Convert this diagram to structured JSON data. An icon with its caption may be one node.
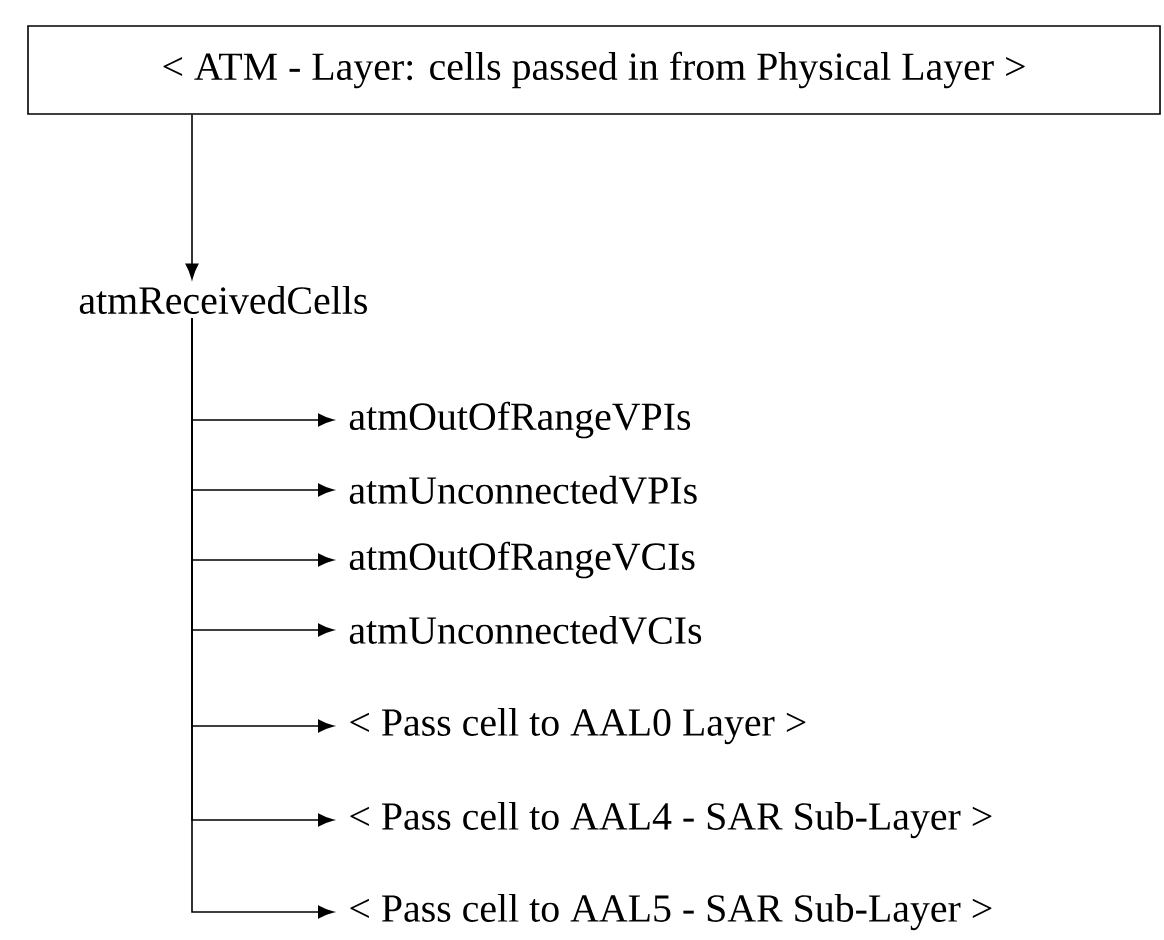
{
  "diagram": {
    "nodes": [
      {
        "text": [
          "< ATM - Layer: cells passed in from Physical Layer >"
        ]
      },
      {
        "text": [
          "atmReceivedCells"
        ]
      },
      {
        "text": [
          "atmOutOfRangeVPIs"
        ]
      },
      {
        "text": [
          "atmUnconnectedVPIs"
        ]
      },
      {
        "text": [
          "atmOutOfRangeVCIs"
        ]
      },
      {
        "text": [
          "atmUnconnectedVCIs"
        ]
      },
      {
        "text": [
          "< Pass cell to AAL0 Layer >"
        ]
      },
      {
        "text": [
          "< Pass cell to AAL4 - SAR Sub-Layer >"
        ]
      },
      {
        "text": [
          "< Pass cell to AAL5 - SAR Sub-Layer >"
        ]
      }
    ],
    "edges": [
      {
        "from": 0,
        "to": 1,
        "arrow": "to"
      },
      {
        "from": 1,
        "to": 2,
        "arrow": "to"
      },
      {
        "from": 1,
        "to": 3,
        "arrow": "to"
      },
      {
        "from": 1,
        "to": 4,
        "arrow": "to"
      },
      {
        "from": 1,
        "to": 5,
        "arrow": "to"
      },
      {
        "from": 1,
        "to": 6,
        "arrow": "to"
      },
      {
        "from": 1,
        "to": 7,
        "arrow": "to"
      },
      {
        "from": 1,
        "to": 8,
        "arrow": "to"
      }
    ]
  }
}
